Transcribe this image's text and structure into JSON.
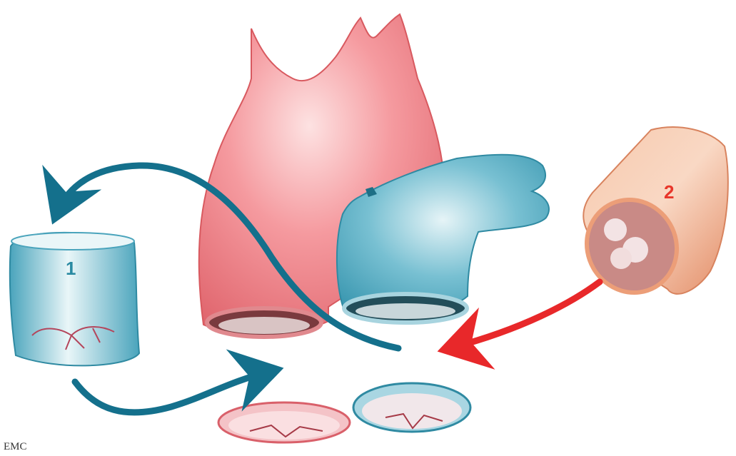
{
  "labels": {
    "pulmonary_autograft": "1",
    "aortic_homograft": "2",
    "signature": "EMC"
  },
  "colors": {
    "aorta": "#f08a8f",
    "pulmonary": "#5fb0c4",
    "homograft": "#f2a27c",
    "arrow_blue": "#14708c",
    "arrow_red": "#e8282a",
    "label_blue": "#2a8aa2",
    "label_red": "#e8362a"
  }
}
